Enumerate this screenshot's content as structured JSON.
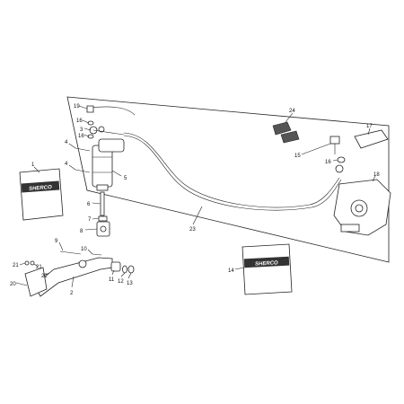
{
  "brand_text": "SHERCO",
  "part_labels": [
    "1",
    "2",
    "3",
    "4",
    "4",
    "5",
    "6",
    "7",
    "8",
    "9",
    "10",
    "11",
    "12",
    "13",
    "14",
    "15",
    "16",
    "16",
    "16",
    "17",
    "18",
    "19",
    "20",
    "21",
    "21",
    "22",
    "23",
    "24"
  ],
  "colors": {
    "line": "#222222",
    "pouch": "#ffffff",
    "brand_band": "#333333",
    "panel": "#ffffff",
    "background": "#ffffff"
  },
  "icons": [
    "brake-master-cylinder-icon",
    "brake-hose-icon",
    "brake-caliper-icon",
    "brake-pad-icon",
    "brake-pedal-icon",
    "banjo-bolt-icon",
    "washer-icon",
    "bleed-screw-icon",
    "spare-parts-pouch-icon"
  ]
}
